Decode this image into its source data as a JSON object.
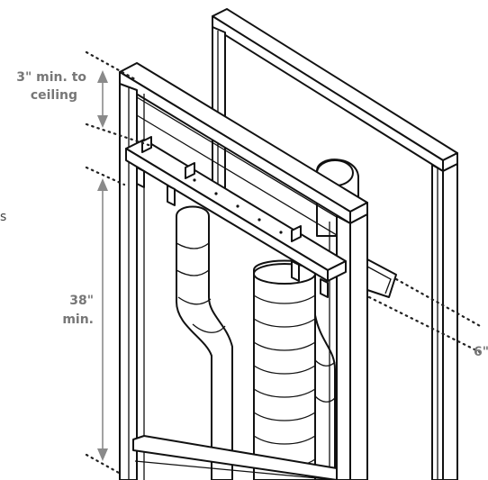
{
  "labels": {
    "ceiling_clearance_line1": "3\" min. to",
    "ceiling_clearance_line2": "ceiling",
    "height_line1": "38\"",
    "height_line2": "min.",
    "right_edge_fragment": "6\"",
    "left_edge_fragment": "s"
  },
  "colors": {
    "line": "#111111",
    "dimension": "#8a8a8a",
    "label_text": "#777777"
  }
}
